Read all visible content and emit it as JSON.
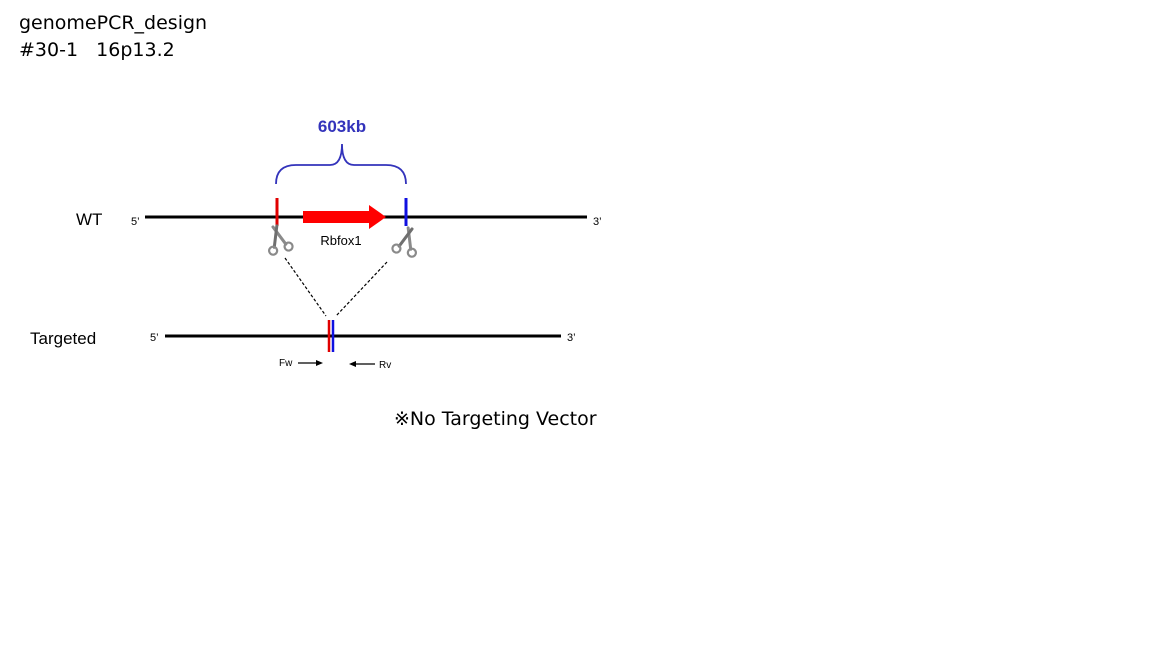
{
  "slide": {
    "title_line1": "genomePCR_design",
    "title_line2": "#30-1   16p13.2"
  },
  "wt": {
    "label": "WT",
    "end5": "5’",
    "end3": "3’",
    "gene": "Rbfox1",
    "deletion_size": "603kb"
  },
  "targeted": {
    "label": "Targeted",
    "end5": "5’",
    "end3": "3’",
    "primer_fw": "Fw",
    "primer_rv": "Rv"
  },
  "note": "※No Targeting Vector",
  "icons": {
    "cut_site_left": "scissors-icon",
    "cut_site_right": "scissors-icon"
  },
  "colors": {
    "gene_arrow": "#ff0000",
    "cut_left": "#e00000",
    "cut_right": "#1010e0",
    "bracket": "#3333bb",
    "size_label": "#3333bb",
    "scissors": "#888888"
  }
}
